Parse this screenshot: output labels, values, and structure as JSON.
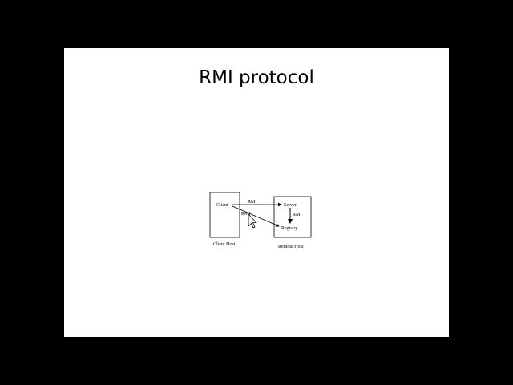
{
  "slide": {
    "title": "RMI protocol"
  },
  "diagram": {
    "client_box_label": "Client",
    "client_host_label": "Client Host",
    "server_label": "Server",
    "registry_label": "Registry",
    "remote_host_label": "Remote Host",
    "arrow_rmi_top": "RMI",
    "arrow_rmi_diag": "RMI",
    "arrow_rmi_down": "RMI"
  },
  "cursor": {
    "icon": "mouse-pointer-icon"
  }
}
